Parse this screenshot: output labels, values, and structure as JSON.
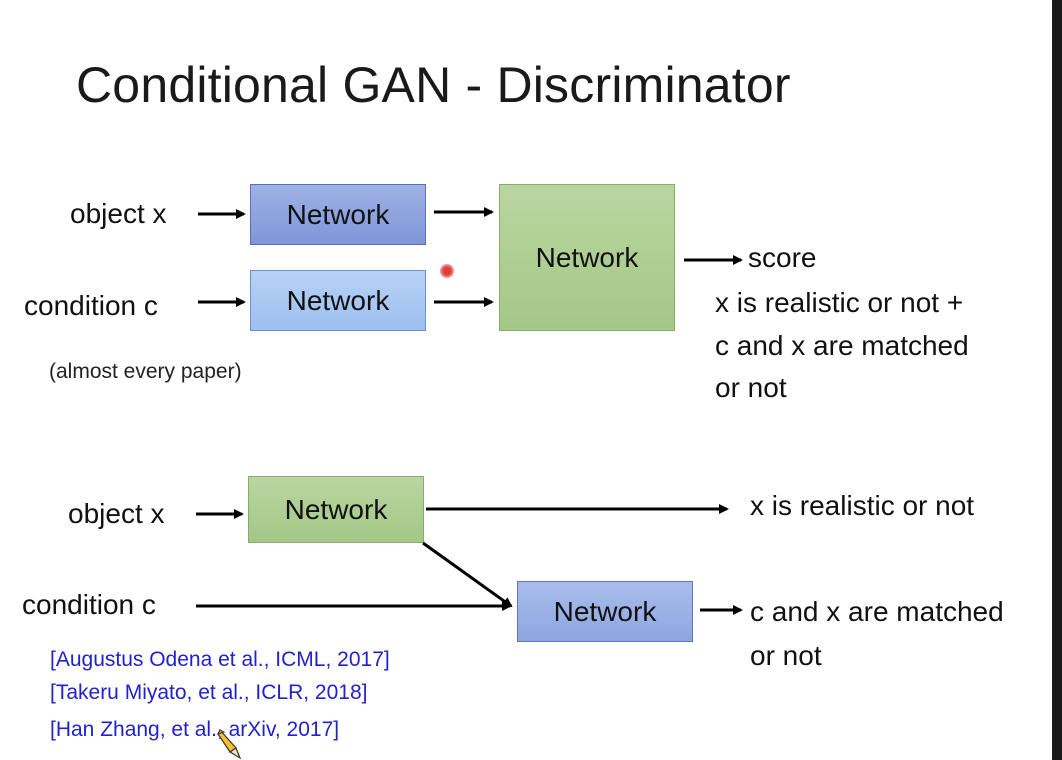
{
  "title": "Conditional GAN - Discriminator",
  "top_diagram": {
    "input_object": "object x",
    "input_condition": "condition c",
    "network_x": "Network",
    "network_c": "Network",
    "network_main": "Network",
    "output": "score",
    "description_lines": [
      "x is realistic or not +",
      "c and x are matched",
      "or not"
    ],
    "note": "(almost every paper)"
  },
  "bottom_diagram": {
    "input_object": "object x",
    "input_condition": "condition c",
    "network_x": "Network",
    "network_match": "Network",
    "output_realistic": "x is realistic or not",
    "output_match_lines": [
      "c and x are matched",
      "or not"
    ]
  },
  "references": [
    "[Augustus Odena et al., ICML, 2017]",
    "[Takeru Miyato, et al., ICLR, 2018]",
    "[Han Zhang, et al., arXiv, 2017]"
  ],
  "colors": {
    "reference_text": "#2222cc",
    "box_blue": "#7f96d8",
    "box_light_blue": "#9cc0ef",
    "box_green": "#a3c888",
    "pointer": "#e23a3a"
  },
  "icons": {
    "pointer": "laser-pointer-icon",
    "pencil": "pencil-cursor-icon"
  }
}
